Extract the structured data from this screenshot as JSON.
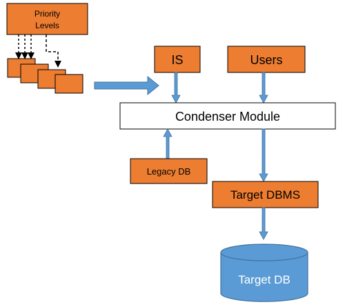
{
  "colors": {
    "box_fill": "#ED7D31",
    "box_stroke": "#000000",
    "module_fill": "#FFFFFF",
    "arrow_fill": "#5B9BD5",
    "arrow_stroke": "#41719C",
    "db_fill": "#5B9BD5",
    "db_stroke": "#41719C"
  },
  "nodes": {
    "priority_levels": {
      "line1": "Priority",
      "line2": "Levels"
    },
    "is": "IS",
    "users": "Users",
    "condenser": "Condenser Module",
    "legacy_db": "Legacy DB",
    "target_dbms": "Target DBMS",
    "target_db": "Target DB"
  }
}
